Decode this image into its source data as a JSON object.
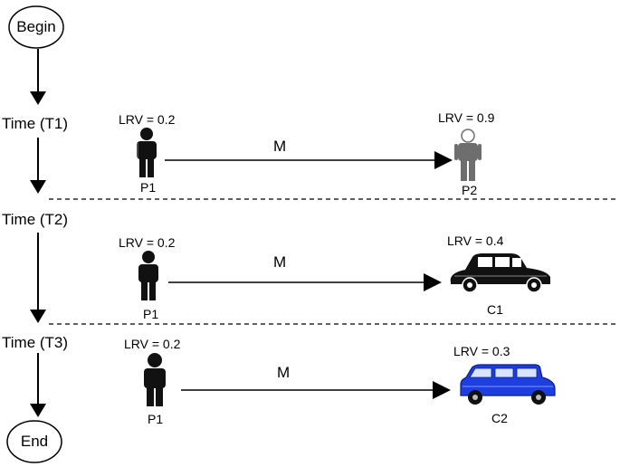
{
  "flow": {
    "begin": "Begin",
    "end": "End",
    "steps": [
      "Time (T1)",
      "Time (T2)",
      "Time (T3)"
    ]
  },
  "rows": [
    {
      "source": {
        "lrv": "LRV = 0.2",
        "label": "P1",
        "icon": "person-icon",
        "color": "#111111"
      },
      "relation": "M",
      "target": {
        "lrv": "LRV = 0.9",
        "label": "P2",
        "icon": "person-icon",
        "color": "#6e6e6e"
      }
    },
    {
      "source": {
        "lrv": "LRV = 0.2",
        "label": "P1",
        "icon": "person-icon",
        "color": "#111111"
      },
      "relation": "M",
      "target": {
        "lrv": "LRV = 0.4",
        "label": "C1",
        "icon": "vintage-car-icon",
        "color": "#111111"
      }
    },
    {
      "source": {
        "lrv": "LRV = 0.2",
        "label": "P1",
        "icon": "person-icon",
        "color": "#111111"
      },
      "relation": "M",
      "target": {
        "lrv": "LRV = 0.3",
        "label": "C2",
        "icon": "station-wagon-icon",
        "color": "#1e3fe0"
      }
    }
  ]
}
